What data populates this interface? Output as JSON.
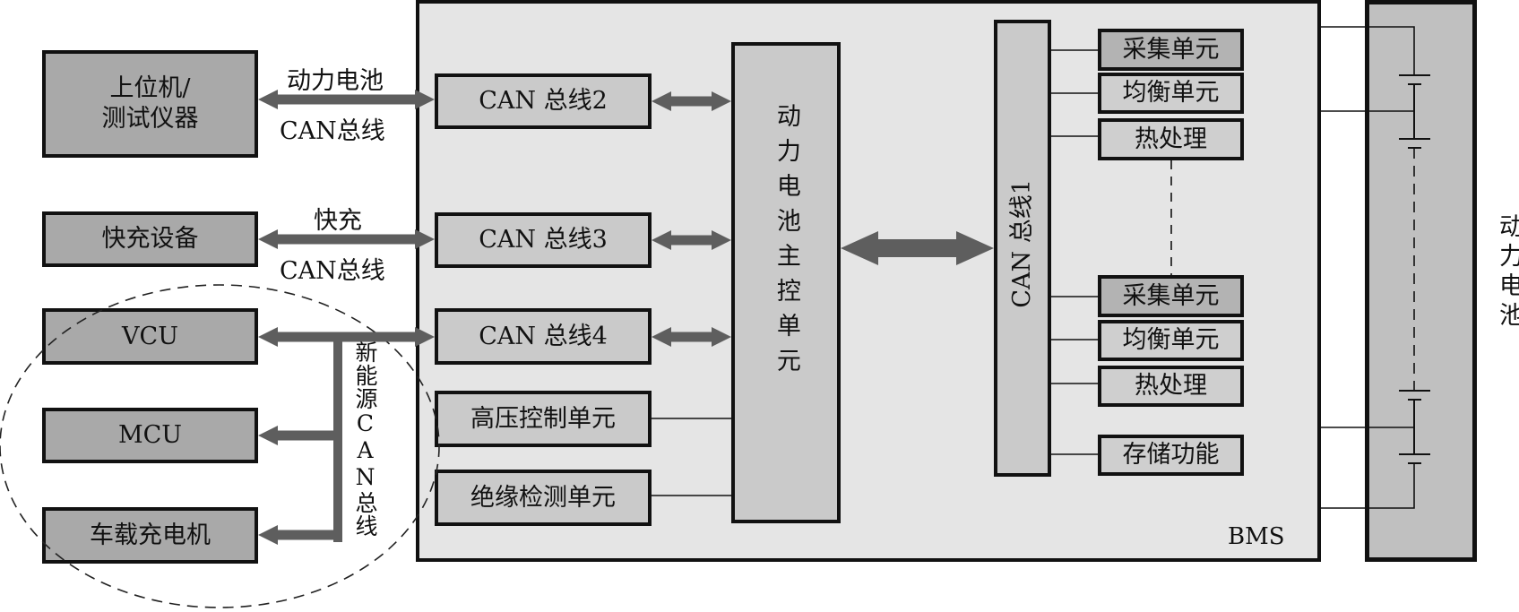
{
  "external_devices": [
    {
      "id": "host",
      "label": "上位机/\n测试仪器",
      "line1": "上位机/",
      "line2": "测试仪器"
    },
    {
      "id": "fast-charger",
      "label": "快充设备"
    },
    {
      "id": "vcu",
      "label": "VCU"
    },
    {
      "id": "mcu",
      "label": "MCU"
    },
    {
      "id": "obc",
      "label": "车载充电机"
    }
  ],
  "bus_labels": {
    "power_battery_can_top": "动力电池",
    "power_battery_can_bottom": "CAN总线",
    "fast_charge_can_top": "快充",
    "fast_charge_can_bottom": "CAN总线",
    "new_energy_can": "新能源CAN总线"
  },
  "bms": {
    "label": "BMS",
    "can_buses": [
      "CAN 总线2",
      "CAN 总线3",
      "CAN 总线4"
    ],
    "control_units": [
      "高压控制单元",
      "绝缘检测单元"
    ],
    "main_controller": "动力电池主控单元",
    "can_bus_1": "CAN 总线1",
    "module_group_1": [
      "采集单元",
      "均衡单元",
      "热处理"
    ],
    "module_group_2": [
      "采集单元",
      "均衡单元",
      "热处理"
    ],
    "storage": "存储功能"
  },
  "battery": {
    "label": "动力电池"
  },
  "colors": {
    "arrow": "#5e5e5e",
    "external_box": "#a9a9a9",
    "bms_background": "#e5e5e5",
    "inner_box": "#cacaca",
    "battery_pack": "#c0c0c0"
  }
}
